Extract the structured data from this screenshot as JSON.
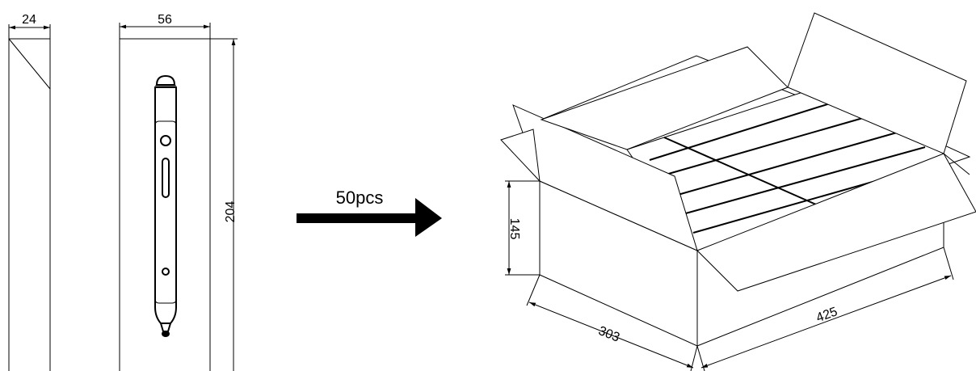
{
  "dimensions": {
    "sleeve_depth": "24",
    "sleeve_width": "56",
    "sleeve_height": "204",
    "carton_height": "145",
    "carton_depth": "303",
    "carton_length": "425"
  },
  "quantity_label": "50pcs"
}
